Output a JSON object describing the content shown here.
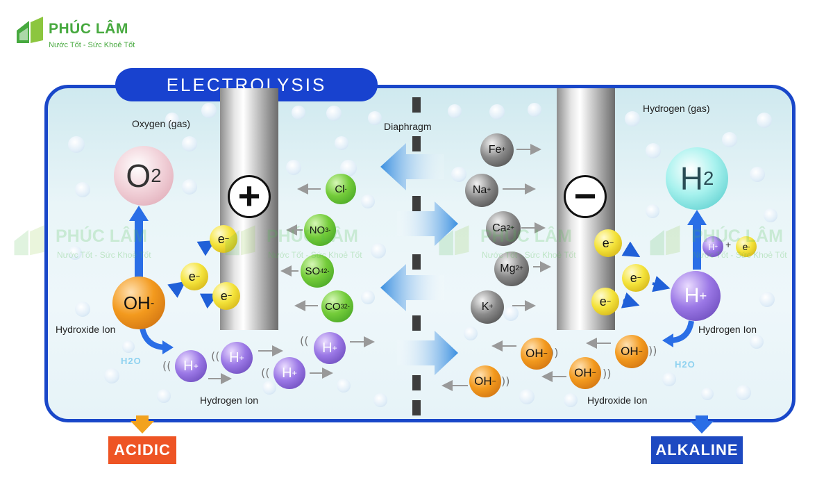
{
  "brand": {
    "name": "PHÚC LÂM",
    "tagline": "Nước Tốt - Sức Khoẻ Tốt"
  },
  "title": "ELECTROLYSIS",
  "labels": {
    "oxygen_gas": "Oxygen (gas)",
    "hydrogen_gas": "Hydrogen (gas)",
    "diaphragm": "Diaphragm",
    "hydroxide_ion_left": "Hydroxide Ion",
    "hydrogen_ion_left": "Hydrogen Ion",
    "hydrogen_ion_right": "Hydrogen Ion",
    "hydroxide_ion_right": "Hydroxide Ion",
    "h2o_left": "H2O",
    "h2o_right": "H2O"
  },
  "electrodes": {
    "anode_sign": "+",
    "cathode_sign": "−"
  },
  "molecules": {
    "o2": {
      "base": "O",
      "sub": "2"
    },
    "h2": {
      "base": "H",
      "sub": "2"
    },
    "oh_left": {
      "base": "OH",
      "sup": "-"
    },
    "h_right": {
      "base": "H",
      "sup": "+"
    }
  },
  "anions": [
    {
      "base": "Cl",
      "sub": "",
      "sup": "-"
    },
    {
      "base": "NO",
      "sub": "3",
      "sup": "-"
    },
    {
      "base": "SO",
      "sub": "4",
      "sup": "2-"
    },
    {
      "base": "CO",
      "sub": "3",
      "sup": "2-"
    }
  ],
  "cations": [
    {
      "base": "Fe",
      "sup": "+"
    },
    {
      "base": "Na",
      "sup": "+"
    },
    {
      "base": "Ca",
      "sup": "2+"
    },
    {
      "base": "Mg",
      "sup": "2+"
    },
    {
      "base": "K",
      "sup": "+"
    }
  ],
  "electron": {
    "base": "e",
    "sup": "−"
  },
  "hydrogen_ion": {
    "base": "H",
    "sup": "+"
  },
  "hydroxide_ion": {
    "base": "OH",
    "sup": "−"
  },
  "hplus_e_pair": {
    "h": "H",
    "h_sup": "+",
    "plus": "+",
    "e": "e",
    "e_sup": "-"
  },
  "outputs": {
    "acidic": "ACIDIC",
    "alkaline": "ALKALINE"
  },
  "colors": {
    "frame": "#1947c9",
    "acidic": "#ee5424",
    "alkaline": "#1d49c1",
    "brand_green": "#47a93f"
  }
}
